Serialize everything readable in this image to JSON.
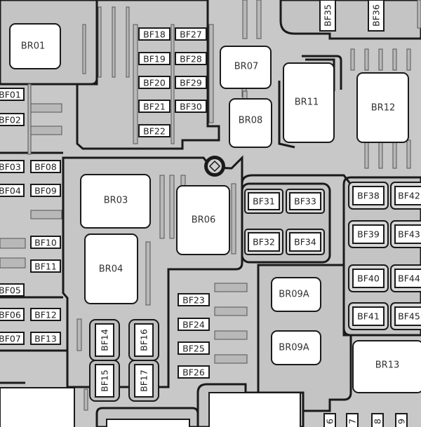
{
  "colors": {
    "background": "#c8c8c8",
    "panel": "#c4c4c4",
    "outline": "#1a1a1a",
    "component": "#ffffff"
  },
  "relays": {
    "br01": "BR01",
    "br03": "BR03",
    "br04": "BR04",
    "br06": "BR06",
    "br07": "BR07",
    "br08": "BR08",
    "br09a_top": "BR09A",
    "br09a_bottom": "BR09A",
    "br11": "BR11",
    "br12": "BR12",
    "br13": "BR13"
  },
  "fuses": {
    "bf01": "BF01",
    "bf02": "BF02",
    "bf03": "BF03",
    "bf04": "BF04",
    "bf05": "BF05",
    "bf06": "BF06",
    "bf07": "BF07",
    "bf08": "BF08",
    "bf09": "BF09",
    "bf10": "BF10",
    "bf11": "BF11",
    "bf12": "BF12",
    "bf13": "BF13",
    "bf14": "BF14",
    "bf15": "BF15",
    "bf16": "BF16",
    "bf17": "BF17",
    "bf18": "BF18",
    "bf19": "BF19",
    "bf20": "BF20",
    "bf21": "BF21",
    "bf22": "BF22",
    "bf23": "BF23",
    "bf24": "BF24",
    "bf25": "BF25",
    "bf26": "BF26",
    "bf27": "BF27",
    "bf28": "BF28",
    "bf29": "BF29",
    "bf30": "BF30",
    "bf31": "BF31",
    "bf32": "BF32",
    "bf33": "BF33",
    "bf34": "BF34",
    "bf35": "BF35",
    "bf36": "BF36",
    "bf38": "BF38",
    "bf39": "BF39",
    "bf40": "BF40",
    "bf41": "BF41",
    "bf42": "BF42",
    "bf43": "BF43",
    "bf44": "BF44",
    "bf45": "BF45"
  },
  "partial_fuses": {
    "p6": "6",
    "p7": "7",
    "p8": "8",
    "p9": "9"
  }
}
